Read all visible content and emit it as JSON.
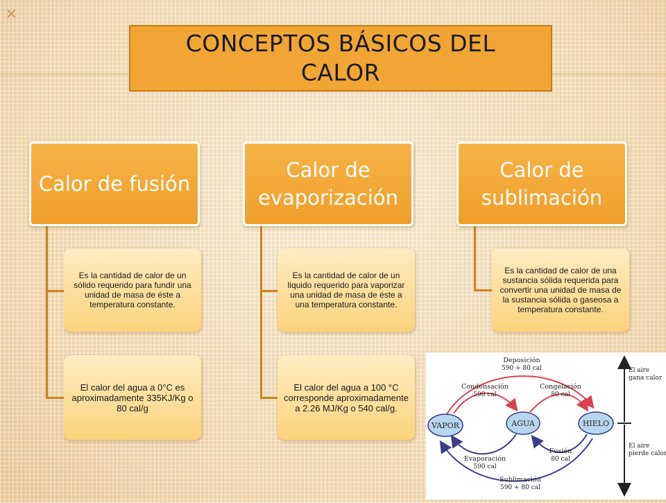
{
  "title": "CONCEPTOS BÁSICOS DEL CALOR",
  "columns": [
    {
      "heading": "Calor de fusión",
      "details": [
        "Es la cantidad de calor  de un sólido requerido para fundir una unidad  de masa de éste a temperatura constante.",
        "El calor del agua a  0°C es aproximadamente 335KJ/Kg o 80 cal/g"
      ]
    },
    {
      "heading": "Calor de evaporización",
      "details": [
        "Es la cantidad de calor  de un liquido requerido para vaporizar una unidad de masa de éste a una temperatura constante.",
        "El calor del agua a 100 °C corresponde aproximadamente a 2.26 MJ/Kg o  540 cal/g."
      ]
    },
    {
      "heading": "Calor de sublimación",
      "details": [
        "Es la cantidad de calor de una sustancia sólida requerida para convertir una unidad de masa de la sustancia sólida o gaseosa a temperatura constante."
      ]
    }
  ],
  "phase_diagram": {
    "states": [
      "VAPOR",
      "AGUA",
      "HIELO"
    ],
    "deposicion_name": "Deposición",
    "deposicion_value": "590 + 80 cal",
    "condensacion_name": "Condensación",
    "condensacion_value": "590 cal",
    "congelacion_name": "Congelación",
    "congelacion_value": "80 cal",
    "evaporacion_name": "Evaporación",
    "evaporacion_value": "590 cal",
    "fusion_name": "Fusión",
    "fusion_value": "80 cal",
    "sublimacion_name": "Sublimación",
    "sublimacion_value": "590 + 80 cal",
    "gain_line1": "El aire",
    "gain_line2": "gana calor",
    "lose_line1": "El aire",
    "lose_line2": "pierde calor",
    "colors": {
      "release": "#d7434f",
      "absorb": "#3b3d8a",
      "state_fill": "#b8d7ee"
    }
  }
}
